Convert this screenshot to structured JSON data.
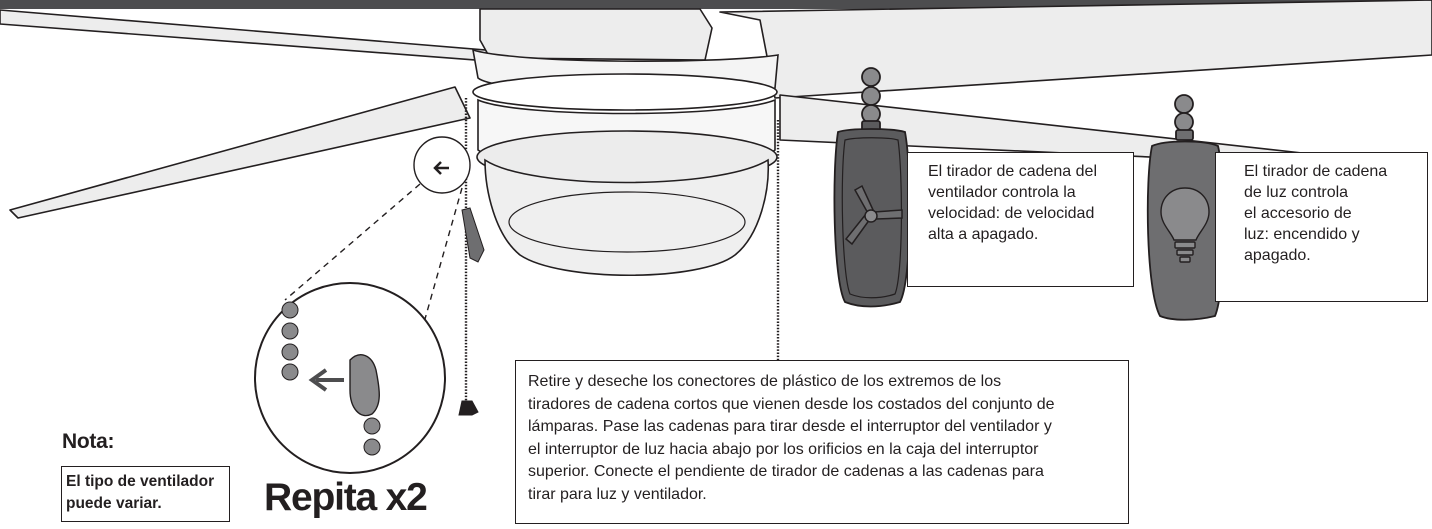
{
  "fan_callout": {
    "text": "El tirador de cadena del\nventilador controla la\nvelocidad: de velocidad\nalta a apagado."
  },
  "light_callout": {
    "text": "El tirador de cadena\nde luz controla\nel accesorio de\nluz: encendido y\napagado."
  },
  "instructions": {
    "text": "Retire y deseche los conectores de plástico de los extremos de los\ntiradores de cadena cortos que vienen desde los costados del conjunto de\nlámparas. Pase las cadenas para tirar desde el interruptor del ventilador y\nel interruptor de luz hacia abajo por los orificios en la caja del interruptor\nsuperior. Conecte el pendiente de tirador de cadenas a las cadenas para\ntirar para luz y ventilador."
  },
  "note": {
    "title": "Nota:",
    "text": "El tipo de ventilador\npuede variar."
  },
  "repeat": {
    "label": "Repita x2"
  },
  "colors": {
    "line": "#231f20",
    "blade_fill": "#ededed",
    "pendant_dark": "#5b5b5d",
    "pendant_light": "#6e6e70",
    "bead": "#8a8a8c",
    "header_band": "#4d4d4f"
  },
  "icons": {
    "fan_pendant": "fan-blades-icon",
    "light_pendant": "light-bulb-icon",
    "detail_arrow": "arrow-left-icon"
  }
}
